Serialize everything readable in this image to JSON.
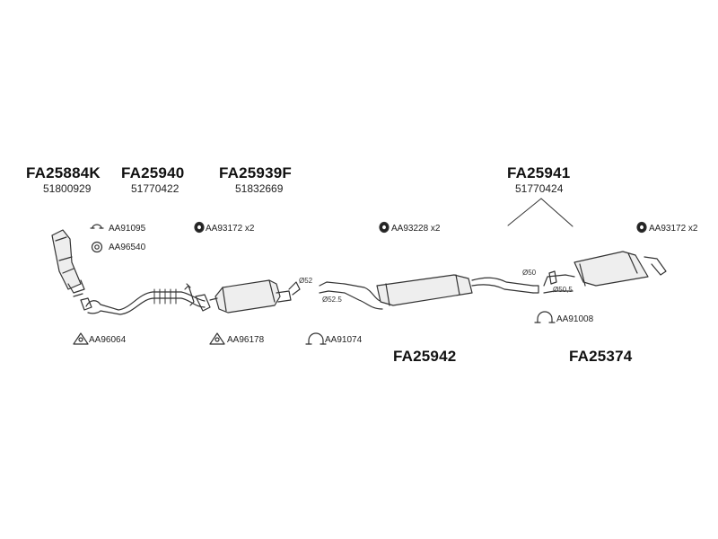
{
  "headers": [
    {
      "code": "FA25884K",
      "number": "51800929"
    },
    {
      "code": "FA25940",
      "number": "51770422"
    },
    {
      "code": "FA25939F",
      "number": "51832669"
    },
    {
      "code": "FA25941",
      "number": "51770424"
    }
  ],
  "assemblies": {
    "middle": "FA25942",
    "rear": "FA25374"
  },
  "accessories": {
    "clamp_a": "AA91095",
    "gasket_a": "AA96540",
    "nut_a": "AA93172 x2",
    "nut_b": "AA93228 x2",
    "nut_c": "AA93172 x2",
    "gasket_b": "AA96064",
    "gasket_c": "AA96178",
    "clamp_b": "AA91074",
    "clamp_c": "AA91008"
  },
  "diameters": {
    "d1": "Ø52",
    "d2": "Ø52.5",
    "d3": "Ø50",
    "d4": "Ø50,5"
  }
}
